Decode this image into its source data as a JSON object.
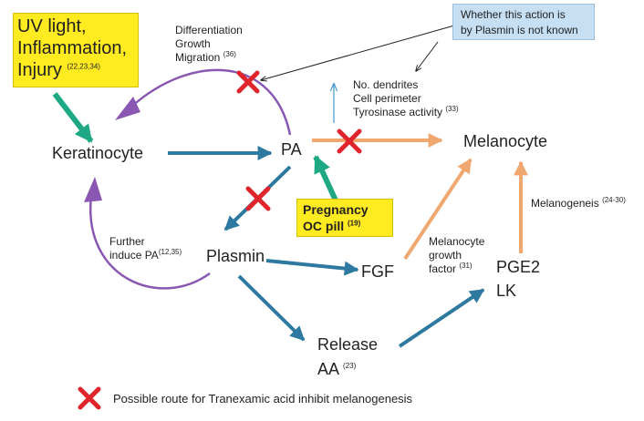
{
  "colors": {
    "blue_arrow": "#2e79a0",
    "orange_arrow": "#f0a870",
    "purple_arrow": "#8a58b3",
    "green_arrow": "#1ea984",
    "red_x": "#e0242b",
    "thin_arrow": "#222222",
    "light_blue_arrow": "#4f9fd0",
    "yellow_box": "#ffeb1f",
    "blue_box": "#c7dff2"
  },
  "triggers_box": {
    "lines": [
      "UV light,",
      "Inflammation,"
    ],
    "last_line": "Injury",
    "ref": "(22,23,34)"
  },
  "pregnancy_box": {
    "line1": "Pregnancy",
    "line2": "OC pill",
    "ref": "(19)"
  },
  "note_box": {
    "line1": "Whether this action is",
    "line2": "by Plasmin is not known"
  },
  "nodes": {
    "keratinocyte": "Keratinocyte",
    "pa": "PA",
    "melanocyte": "Melanocyte",
    "plasmin": "Plasmin",
    "fgf": "FGF",
    "pge2": "PGE2",
    "lk": "LK",
    "release": "Release",
    "aa": "AA",
    "aa_ref": "(23)"
  },
  "annotations": {
    "differentiation": {
      "line1": "Differentiation",
      "line2": "Growth",
      "line3": "Migration",
      "ref": "(36)"
    },
    "dendrites": {
      "line1": "No. dendrites",
      "line2": "Cell perimeter",
      "line3": "Tyrosinase activity",
      "ref": "(33)"
    },
    "further_induce": {
      "line1": "Further",
      "line2": "induce PA",
      "ref": "(12,35)"
    },
    "growth_factor": {
      "line1": "Melanocyte",
      "line2": "growth",
      "line3": "factor",
      "ref": "(31)"
    },
    "melanogenesis": {
      "text": "Melanogeneis",
      "ref": "(24-30)"
    }
  },
  "legend": {
    "text": "Possible route for Tranexamic acid inhibit melanogenesis",
    "icon": "red-x-icon"
  }
}
